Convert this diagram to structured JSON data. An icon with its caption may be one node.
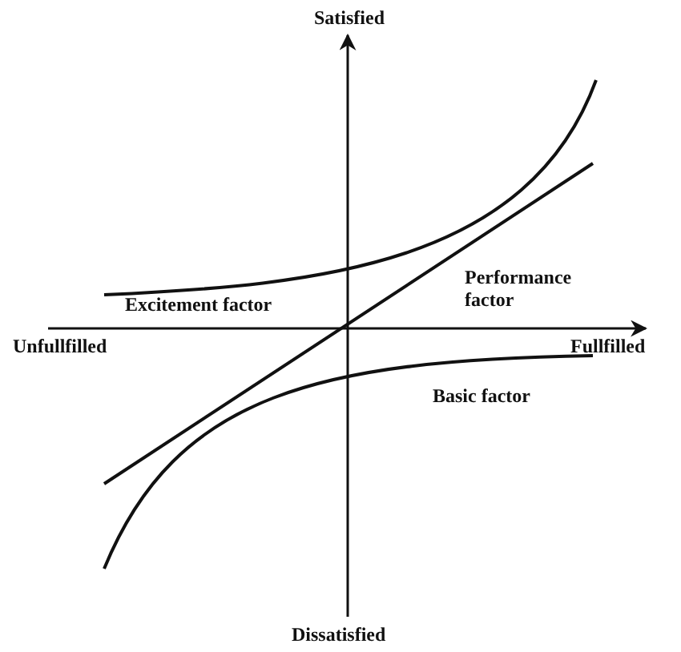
{
  "diagram": {
    "labels": [
      "Satisfied",
      "Excitement factor",
      "Performance factor",
      "Unfullfilled",
      "Fullfilled",
      "Basic factor",
      "Dissatisfied"
    ]
  }
}
